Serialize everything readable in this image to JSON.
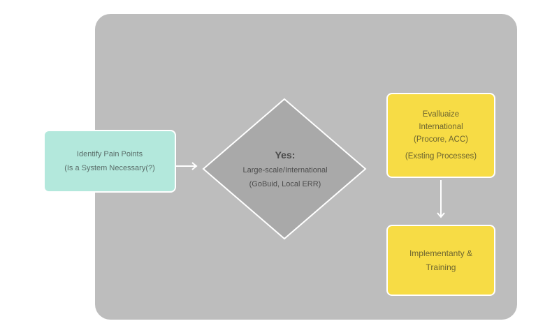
{
  "diagram": {
    "nodes": {
      "identify": {
        "line1": "Identify Pain Points",
        "line2": "(Is a System Necessary(?)"
      },
      "decision": {
        "title": "Yes:",
        "line1": "Large-scale/International",
        "line2": "(GoBuid, Local ERR)"
      },
      "evaluate": {
        "line1": "Evalluaize",
        "line2": "International",
        "line3": "(Procore, ACC)",
        "line4": "(Exsting Processes)"
      },
      "implement": {
        "line1": "Implementanty &",
        "line2": "Training"
      }
    },
    "colors": {
      "panel": "#bdbdbd",
      "teal_box": "#b3e8dc",
      "yellow_box": "#f7dc45",
      "diamond": "#a9a9a9",
      "arrow": "#ffffff"
    }
  }
}
